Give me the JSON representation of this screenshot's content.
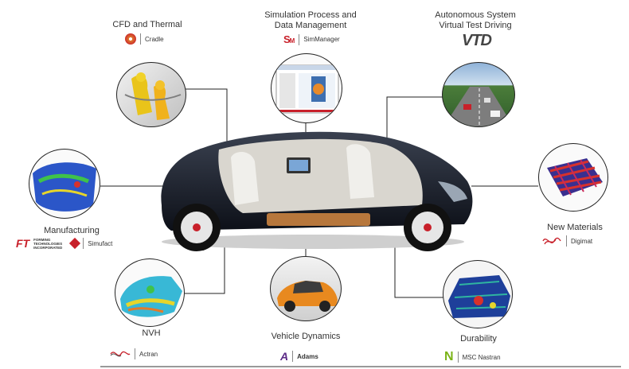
{
  "nodes": {
    "cfd": {
      "title": "CFD and Thermal",
      "product": "Cradle"
    },
    "spdm": {
      "title_line1": "Simulation Process and",
      "title_line2": "Data Management",
      "product": "SimManager",
      "brand_mark": "S",
      "brand_sub": "M"
    },
    "avs": {
      "title_line1": "Autonomous System",
      "title_line2": "Virtual Test Driving",
      "brand_mark": "VTD"
    },
    "manufacturing": {
      "title": "Manufacturing",
      "product": "Simufact",
      "partner_mark": "FT",
      "partner_line1": "FORMING",
      "partner_line2": "TECHNOLOGIES",
      "partner_line3": "INCORPORATED"
    },
    "materials": {
      "title": "New Materials",
      "product": "Digimat"
    },
    "nvh": {
      "title": "NVH",
      "product": "Actran"
    },
    "vehicle_dynamics": {
      "title": "Vehicle Dynamics",
      "product": "Adams",
      "brand_mark": "A"
    },
    "durability": {
      "title": "Durability",
      "product": "MSC Nastran",
      "brand_mark": "N"
    }
  },
  "colors": {
    "accent_red": "#c8202a",
    "nastran_green": "#7ab317",
    "adams_purple": "#5b2a86",
    "outline": "#222222"
  }
}
